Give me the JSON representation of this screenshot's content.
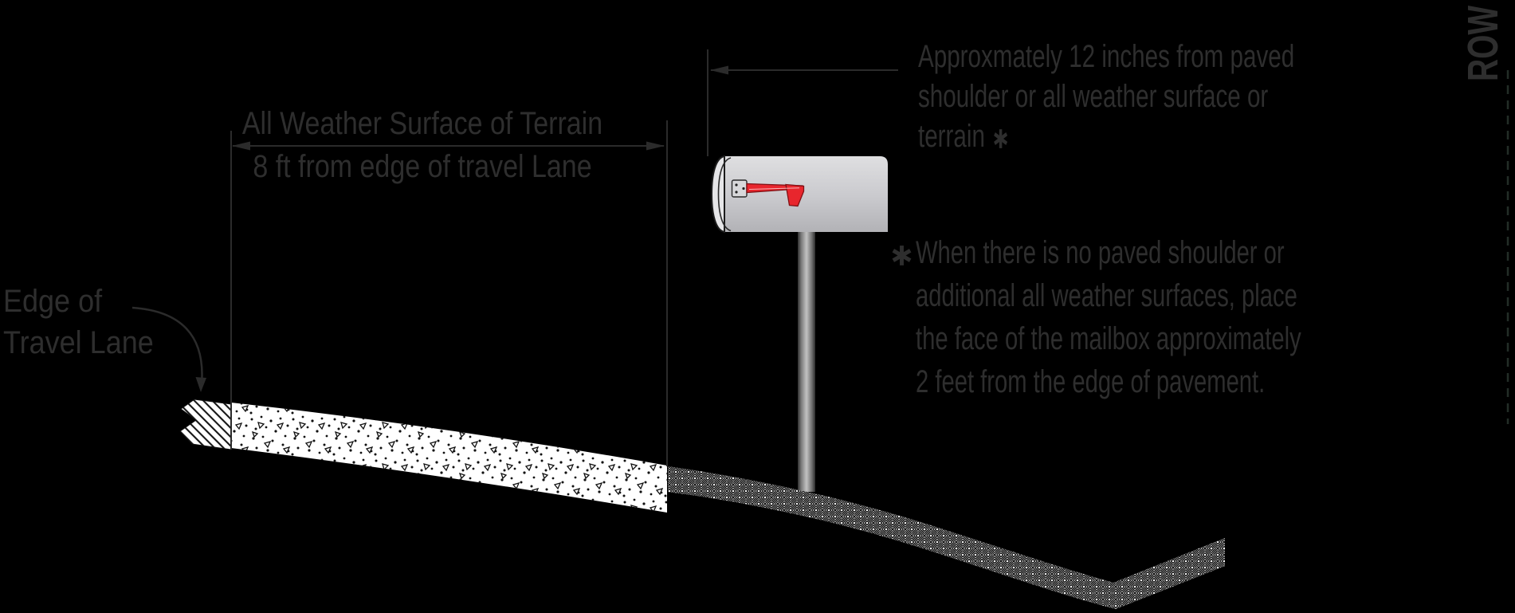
{
  "figure": {
    "description": "Roadway cross-section diagram showing mailbox placement relative to travel lane, all weather surface and right-of-way"
  },
  "colors": {
    "background": "#000000",
    "text": "#2e2e2e",
    "drawing_line": "#2b2b2b",
    "surface_white": "#ffffff",
    "mailbox_light": "#dcdcde",
    "mailbox_dark": "#b2b2b6",
    "flag_red": "#e8262d",
    "flag_outline": "#801014",
    "post_dark": "#333333",
    "post_light": "#c2c2c2",
    "row_dash": "#232d27"
  },
  "dimension_label": {
    "line1": "All Weather Surface of Terrain",
    "line2": "8 ft from edge of travel Lane"
  },
  "edge_label": {
    "line1": "Edge of",
    "line2": "Travel Lane"
  },
  "offset_note": {
    "line1": "Approxmately 12 inches from paved",
    "line2": "shoulder or all weather surface or",
    "line3": "terrain"
  },
  "footnote": {
    "line1": "When there is no paved shoulder or",
    "line2": "additional all weather surfaces, place",
    "line3": "the face of the mailbox approximately",
    "line4": "2 feet from the edge of pavement."
  },
  "row_label": "ROW"
}
